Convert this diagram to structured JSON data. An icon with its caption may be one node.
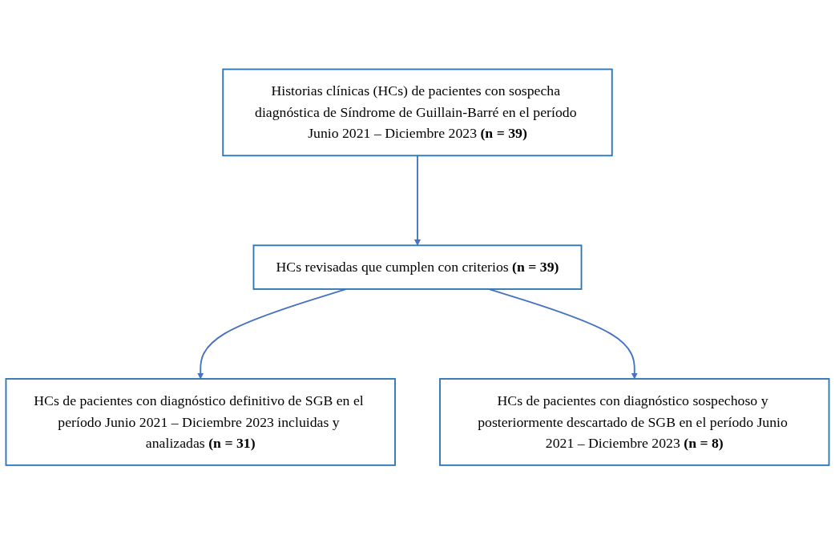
{
  "diagram": {
    "nodes": [
      {
        "text": [
          "Historias clínicas (HCs) de pacientes con sospecha diagnóstica de Síndrome de Guillain-Barré en el período Junio 2021 – Diciembre 2023 **(n = 39)**"
        ]
      },
      {
        "text": [
          "HCs revisadas que cumplen con criterios **(n = 39)**"
        ]
      },
      {
        "text": [
          "HCs de pacientes con diagnóstico definitivo de SGB en el período Junio 2021 – Diciembre 2023 incluidas y analizadas **(n = 31)**"
        ]
      },
      {
        "text": [
          "HCs de pacientes con diagnóstico sospechoso y posteriormente descartado de SGB en el período Junio 2021 – Diciembre 2023 **(n = 8)**"
        ]
      }
    ],
    "edges": [
      {
        "from": 0,
        "to": 1,
        "arrow": "to"
      },
      {
        "from": 1,
        "to": 2,
        "arrow": "to"
      },
      {
        "from": 1,
        "to": 3,
        "arrow": "to"
      }
    ]
  }
}
